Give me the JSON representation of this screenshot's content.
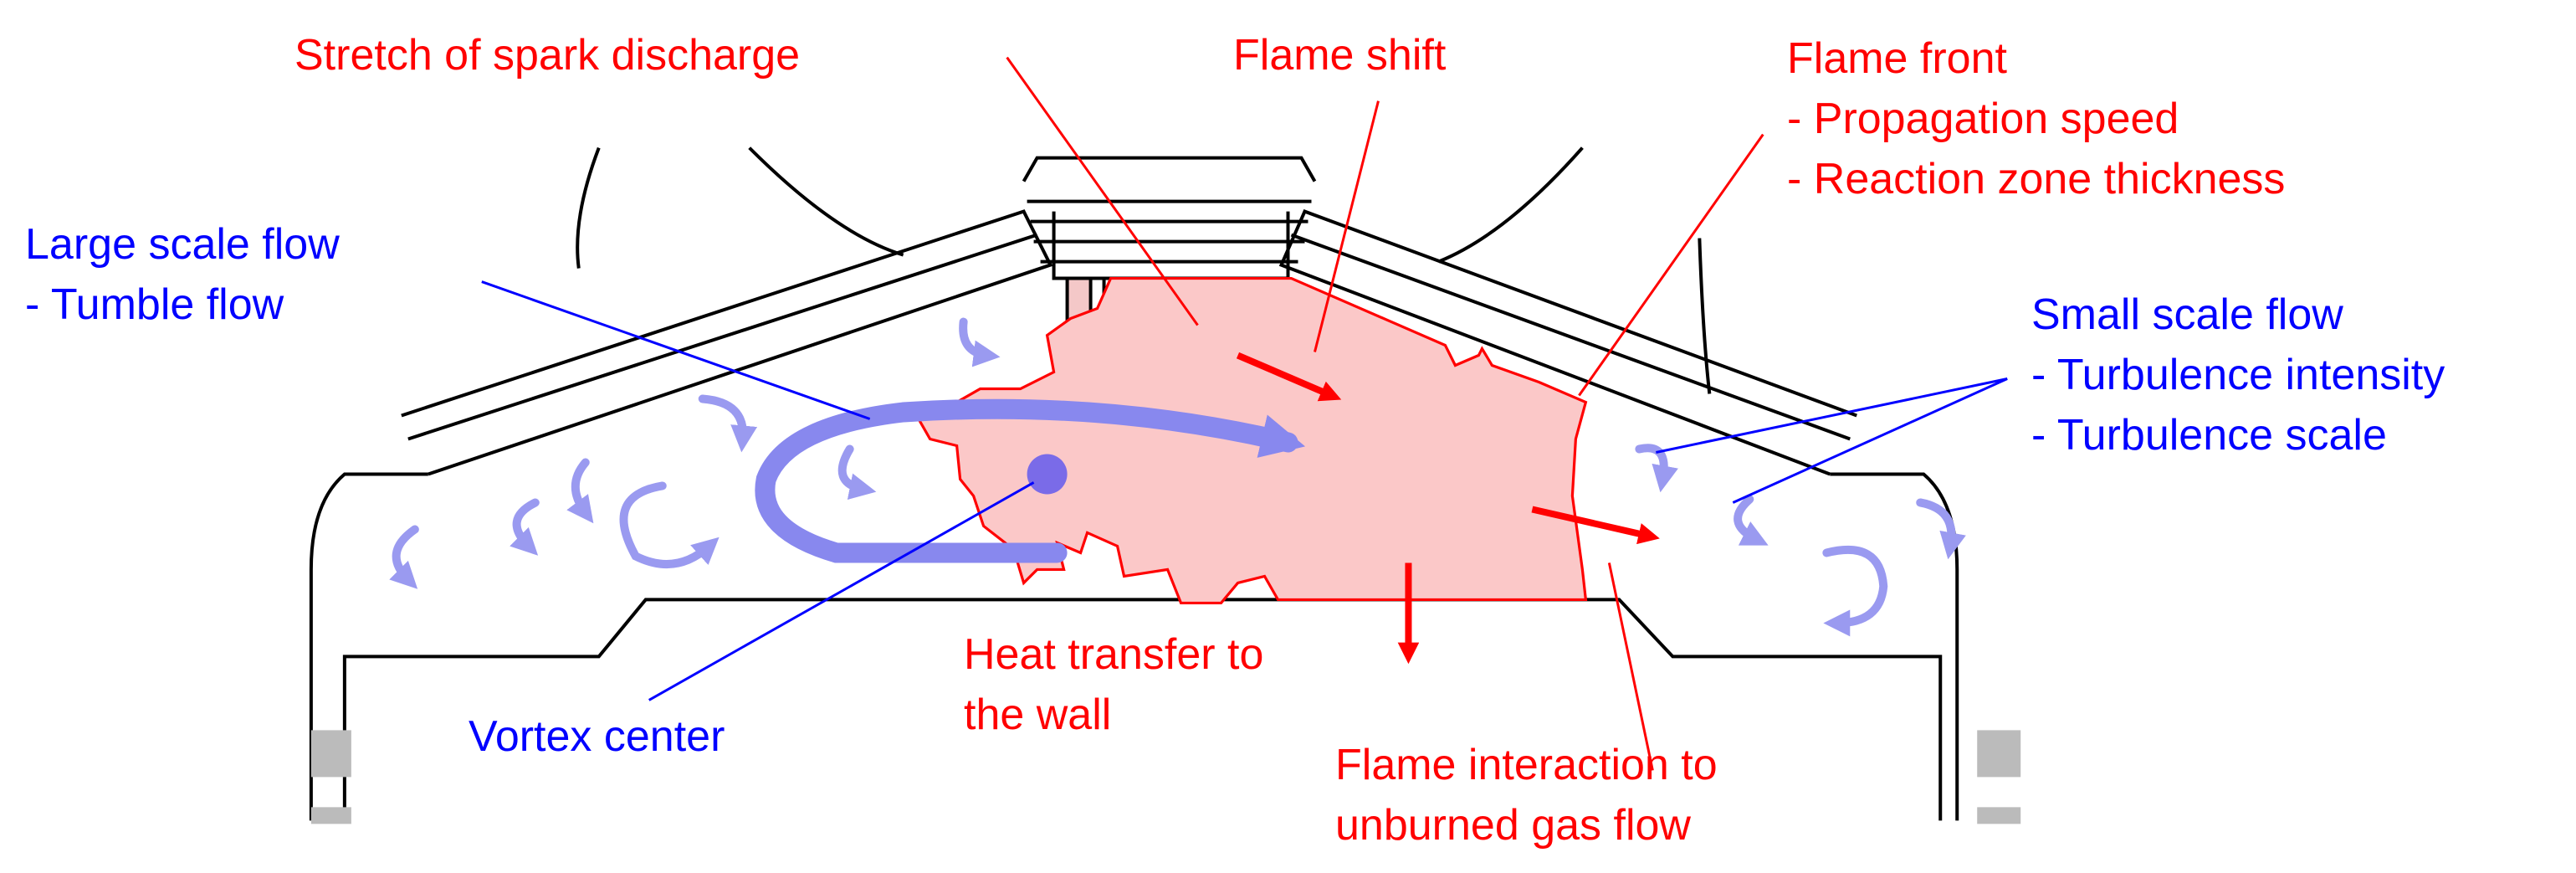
{
  "colors": {
    "red_label": "#ff0000",
    "blue_label": "#0000ff",
    "flame_fill": "#fbc8c8",
    "flame_edge": "#ff0000",
    "flow": "#8888ee",
    "vortex_dot": "#7a6be8",
    "outline": "#000000",
    "gasket": "#bbbbbb"
  },
  "labels": {
    "spark": "Stretch of spark discharge",
    "flame_shift": "Flame shift",
    "flame_front": {
      "title": "Flame front",
      "item1": "- Propagation speed",
      "item2": "- Reaction zone thickness"
    },
    "large_flow": {
      "title": "Large scale flow",
      "item1": "- Tumble flow"
    },
    "small_flow": {
      "title": "Small scale flow",
      "item1": "- Turbulence intensity",
      "item2": "- Turbulence scale"
    },
    "heat": {
      "line1": "Heat transfer to",
      "line2": "the wall"
    },
    "vortex": "Vortex center",
    "interaction": {
      "line1": "Flame interaction to",
      "line2": "unburned gas flow"
    }
  }
}
